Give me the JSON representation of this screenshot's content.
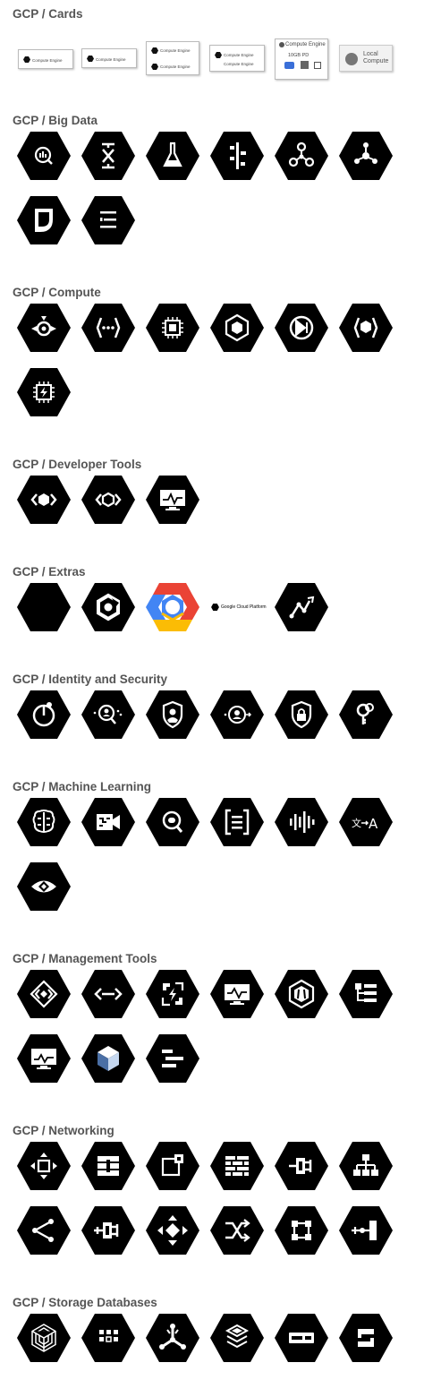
{
  "sections": {
    "cards": {
      "title": "GCP / Cards"
    },
    "bigdata": {
      "title": "GCP / Big Data"
    },
    "compute": {
      "title": "GCP / Compute"
    },
    "devtools": {
      "title": "GCP / Developer Tools"
    },
    "extras": {
      "title": "GCP / Extras"
    },
    "identity": {
      "title": "GCP / Identity and Security"
    },
    "ml": {
      "title": "GCP / Machine Learning"
    },
    "mgmt": {
      "title": "GCP / Management Tools"
    },
    "networking": {
      "title": "GCP / Networking"
    },
    "storage": {
      "title": "GCP / Storage Databases"
    }
  },
  "cards": {
    "c1_text": "Compute Engine",
    "c2_text": "Compute Engine",
    "c3_line1": "Compute Engine",
    "c3_line2": "Compute Engine",
    "c4_line1": "Compute Engine",
    "c4_line2": "Compute Engine",
    "c5_title": "Compute Engine",
    "c5_size": "10GB PD",
    "local_line1": "Local",
    "local_line2": "Compute"
  },
  "extras": {
    "partner_text": "Google Cloud Platform"
  },
  "colors": {
    "icon_fill": "#000000",
    "heading": "#555555",
    "google_blue": "#4285F4",
    "google_red": "#EA4335",
    "google_yellow": "#FBBC05"
  }
}
